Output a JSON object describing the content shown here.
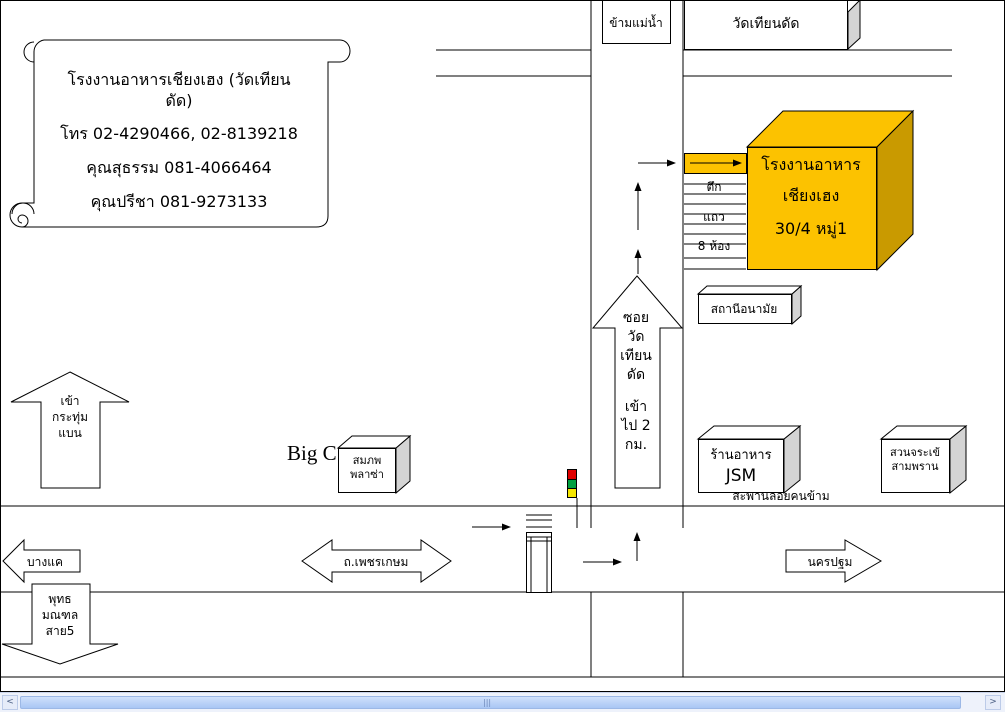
{
  "info_box": {
    "title_line1": "โรงงานอาหารเชียงเฮง (วัดเทียน",
    "title_line2": "ดัด)",
    "phone": "โทร 02-4290466, 02-8139218",
    "contact1": "คุณสุธรรม   081-4066464",
    "contact2": "คุณปรีชา    081-9273133"
  },
  "labels": {
    "river_side": "ข้ามแม่น้ำ",
    "temple": "วัดเทียนดัด",
    "factory_line1": "โรงงานอาหาร",
    "factory_line2": "เชียงเฮง",
    "factory_line3": "30/4  หมู่1",
    "row_building_1": "ตึก",
    "row_building_2": "แถว",
    "row_building_3": "8 ห้อง",
    "health_center": "สถานีอนามัย",
    "soi_1": "ซอย",
    "soi_2": "วัด",
    "soi_3": "เทียน",
    "soi_4": "ดัด",
    "soi_5": "เข้า",
    "soi_6": "ไป 2",
    "soi_7": "กม.",
    "krathum_1": "เข้า",
    "krathum_2": "กระทุ่ม",
    "krathum_3": "แบน",
    "big_c": "Big C",
    "sombhop_1": "สมภพ",
    "sombhop_2": "พลาซ่า",
    "jsm_1": "ร้านอาหาร",
    "jsm_2": "JSM",
    "bridge": "สะพานลอยคนข้าม",
    "orchard_1": "สวนจระเข้",
    "orchard_2": "สามพราน",
    "bang_khae": "บางแค",
    "phetkasem": "ถ.เพชรเกษม",
    "nakhon_pathom": "นครปฐม",
    "phutthamonthon_1": "พุทธ",
    "phutthamonthon_2": "มณฑล",
    "phutthamonthon_3": "สาย5"
  },
  "colors": {
    "factory_front": "#fcc200",
    "factory_side": "#c99a00",
    "building_side": "#d4d4d4",
    "traffic_red": "#e00000",
    "traffic_green": "#00a040",
    "traffic_yellow": "#f5e600",
    "scrollbar": "#a9c6f4"
  },
  "icons": {
    "scroll_left": "chevron-left-icon",
    "scroll_right": "chevron-right-icon",
    "traffic_light": "traffic-light-icon"
  },
  "scrollbar": {
    "left_glyph": "<",
    "right_glyph": ">",
    "grip_glyph": "|||"
  }
}
